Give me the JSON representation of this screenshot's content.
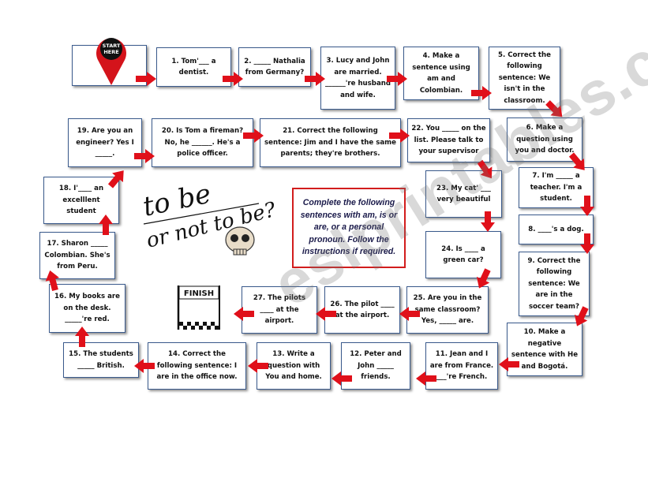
{
  "start_label_line1": "START",
  "start_label_line2": "HERE",
  "finish_label": "FINISH",
  "title_art": {
    "line1": "to be",
    "line2": "or not to be?"
  },
  "instructions": "Complete the following sentences with am, is or are, or a personal pronoun. Follow the instructions if required.",
  "watermark": "eslprintables.com",
  "squares": {
    "s1": "1. Tom'___ a dentist.",
    "s2": "2. _____ Nathalia from Germany?",
    "s3": "3. Lucy and John are married. ______'re husband and wife.",
    "s4": "4. Make a sentence using am and Colombian.",
    "s5": "5. Correct the following sentence: We isn't in the classroom.",
    "s6": "6. Make a question using you and doctor.",
    "s7": "7. I'm _____ a teacher. I'm a student.",
    "s8": "8. ____'s a dog.",
    "s9": "9. Correct the following sentence: We are in the soccer team?",
    "s10": "10. Make a negative sentence with He and Bogotá.",
    "s11": "11. Jean and I are from France. ___'re French.",
    "s12": "12. Peter and John _____ friends.",
    "s13": "13. Write a question with You and home.",
    "s14": "14. Correct the following sentence: I are in the office now.",
    "s15": "15. The students _____ British.",
    "s16": "16. My books are on the desk. _____'re red.",
    "s17": "17. Sharon _____ Colombian. She's from Peru.",
    "s18": "18. I'____ an excelllent student",
    "s19": "19. Are you an engineer? Yes I _____.",
    "s20": "20. Is Tom a fireman? No, he ______. He's a police officer.",
    "s21": "21. Correct the following sentence: Jim and I have the same parents; they're brothers.",
    "s22": "22. You _____ on the list. Please talk to your supervisor",
    "s23": "23. My cat' ___ very beautiful",
    "s24": "24. Is ____ a green car?",
    "s25": "25. Are you in the same classroom? Yes, _____ are.",
    "s26": "26. The pilot ____ at the airport.",
    "s27": "27. The pilots ____ at the airport."
  },
  "colors": {
    "arrow": "#e0101a",
    "border": "#3a5a8c",
    "instr_border": "#d21d1d",
    "pin": "#d4131b"
  }
}
